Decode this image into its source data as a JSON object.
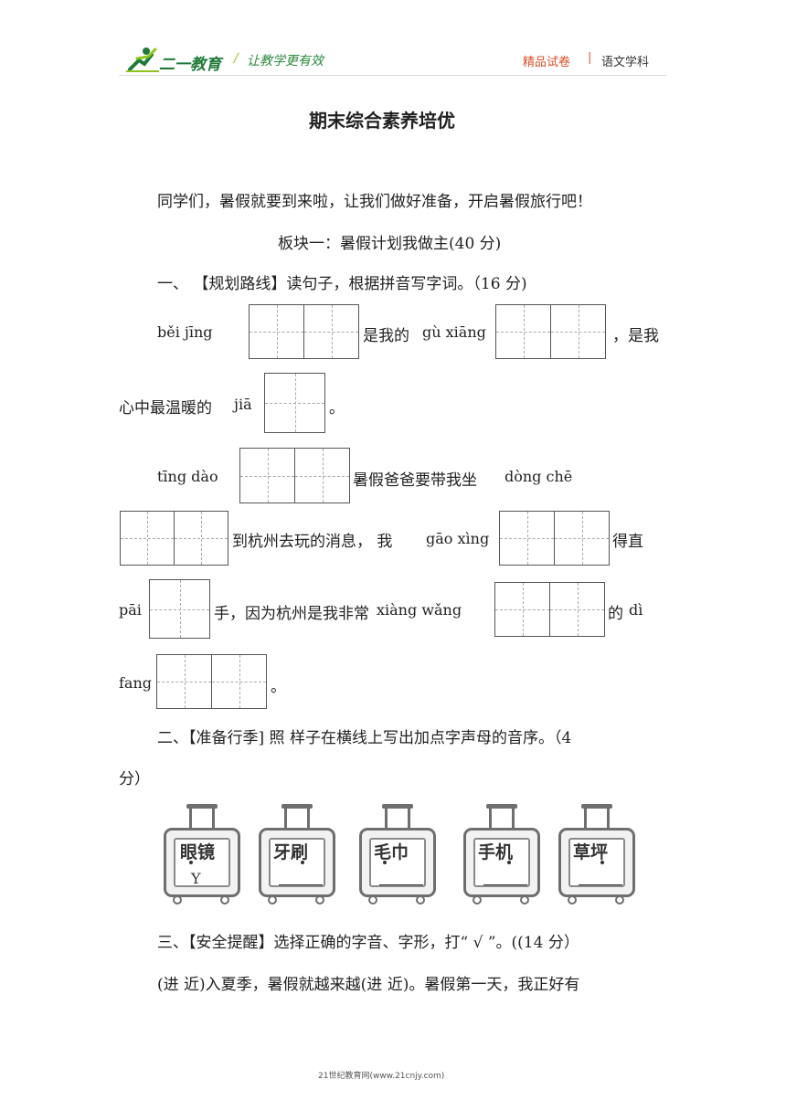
{
  "header": {
    "brand": "二一教育",
    "slogan": "让教学更有效",
    "category": "精品试卷",
    "subject": "语文学科"
  },
  "title": "期末综合素养培优",
  "intro": "同学们，暑假就要到来啦，让我们做好准备，开启暑假旅行吧！",
  "section1": "板块一：暑假计划我做主(40 分)",
  "q1": {
    "heading": "一、 【规划路线】读句子，根据拼音写字词。（16 分)",
    "p_beijing": "běi   jīng",
    "t_shiwode": "是我的",
    "p_guxiang": "gù xiāng",
    "t_shiwo": "，是我",
    "t_xinzhong": "心中最温暖的",
    "p_jia": "jiā",
    "t_end1": "。",
    "p_tingdao": "tīng  dào",
    "t_shujia": "暑假爸爸要带我坐",
    "p_dongche": "dòng   chē",
    "t_daohangzhou": "到杭州去玩的消息， 我",
    "p_gaoxing": "gāo xìng",
    "t_dezhi": "得直",
    "p_pai": "pāi",
    "t_shou": "手，因为杭州是我非常",
    "p_xiangwang": "xiàng wǎng",
    "t_de": "的",
    "p_di": "dì",
    "p_fang": "fang",
    "t_end2": "。"
  },
  "q2": {
    "line1": "二、【准备行季] 照  样子在横线上写出加点字声母的音序。（4",
    "line2": "分）",
    "items": [
      {
        "word": "眼镜",
        "answer": "Y"
      },
      {
        "word": "牙刷",
        "answer": ""
      },
      {
        "word": "毛巾",
        "answer": ""
      },
      {
        "word": "手机",
        "answer": ""
      },
      {
        "word": "草坪",
        "answer": ""
      }
    ]
  },
  "q3": {
    "heading": "三、【安全提醒】选择正确的字音、字形，打“ √ ”。((14 分）",
    "line1": "(进  近)入夏季，暑假就越来越(进  近)。暑假第一天，我正好有"
  },
  "footer": "21世纪教育网(www.21cnjy.com)"
}
